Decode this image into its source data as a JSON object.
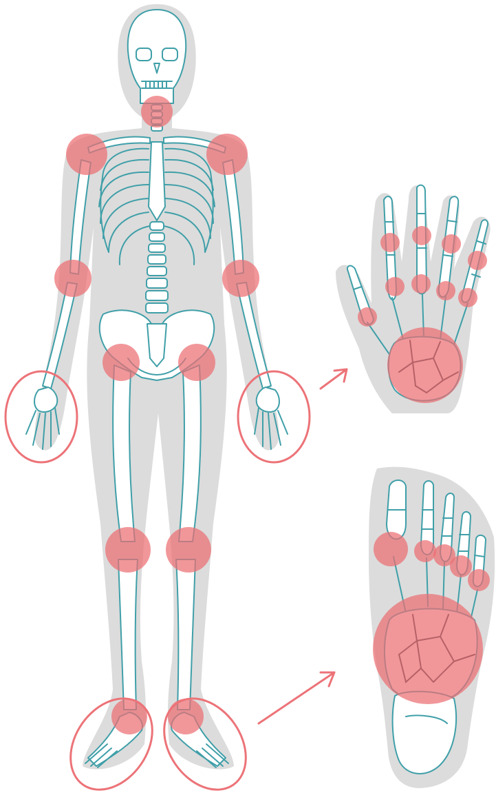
{
  "diagram": {
    "colors": {
      "silhouette": "#dcdcdc",
      "bone_fill": "#ffffff",
      "bone_outline": "#3f9fa8",
      "highlight": "#ec6f73",
      "highlight_ring": "#ec7378"
    },
    "highlighted_joints": [
      "neck",
      "left-shoulder",
      "right-shoulder",
      "left-elbow",
      "right-elbow",
      "left-hip",
      "right-hip",
      "left-knee",
      "right-knee",
      "left-ankle",
      "right-ankle"
    ],
    "circled_regions": [
      "left-hand",
      "right-hand",
      "left-foot",
      "right-foot"
    ],
    "detail_views": [
      {
        "region": "hand",
        "highlighted": [
          "wrist",
          "finger-joints"
        ]
      },
      {
        "region": "foot",
        "highlighted": [
          "midfoot",
          "toe-joints"
        ]
      }
    ],
    "icons": [
      "arrow-icon"
    ]
  }
}
